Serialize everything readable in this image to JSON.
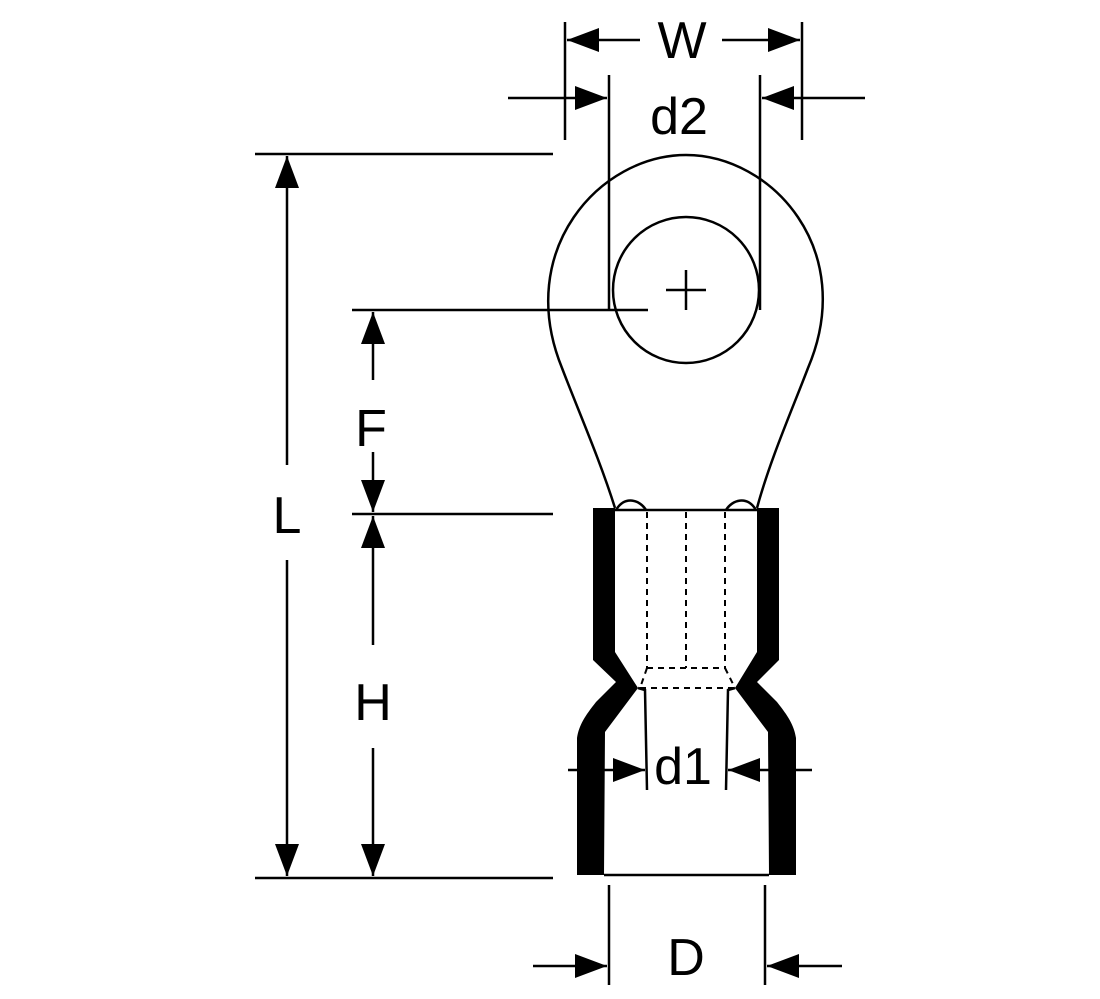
{
  "labels": {
    "w": "W",
    "d2": "d2",
    "f": "F",
    "l": "L",
    "h": "H",
    "d1": "d1",
    "d": "D"
  },
  "colors": {
    "ink": "#000000",
    "paper": "#ffffff"
  }
}
